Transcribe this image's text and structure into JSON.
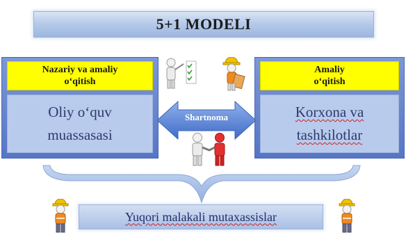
{
  "title": "5+1 MODELI",
  "left_panel": {
    "header_line1": "Nazariy va amaliy",
    "header_line2": "o‘qitish",
    "body_line1": "Oliy o‘quv",
    "body_line2": "muassasasi"
  },
  "right_panel": {
    "header_line1": "Amaliy",
    "header_line2": "o‘qitish",
    "body_line1": "Korxona va",
    "body_line2": "tashkilotlar"
  },
  "arrow_label": "Shartnoma",
  "bottom_label": "Yuqori malakali mutaxassislar",
  "colors": {
    "frame_blue": "#5676c6",
    "header_yellow": "#ffff00",
    "inner_blue": "#b9cbec",
    "arrow_blue": "#5b84d8",
    "brace_blue": "#a9c0e6"
  },
  "icons": [
    "teacher-checklist-icon",
    "worker-writing-icon",
    "handshake-icon",
    "construction-worker-icon"
  ]
}
